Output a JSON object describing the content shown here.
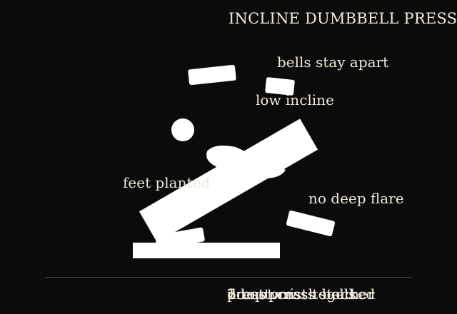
{
  "title": "INCLINE DUMBBELL PRESS",
  "labels": {
    "bells_apart": "bells stay apart",
    "low_incline": "low incline",
    "feet_planted": "feet planted",
    "no_flare": "no deep flare"
  },
  "footer_cues": [
    "1 bottom",
    "2 top press together",
    "press wrists stacked",
    "do not crash bells"
  ],
  "colors": {
    "background": "#0b0b0b",
    "figure": "#ffffff",
    "text": "#f0e8dc",
    "rule": "#4a4a4a"
  }
}
